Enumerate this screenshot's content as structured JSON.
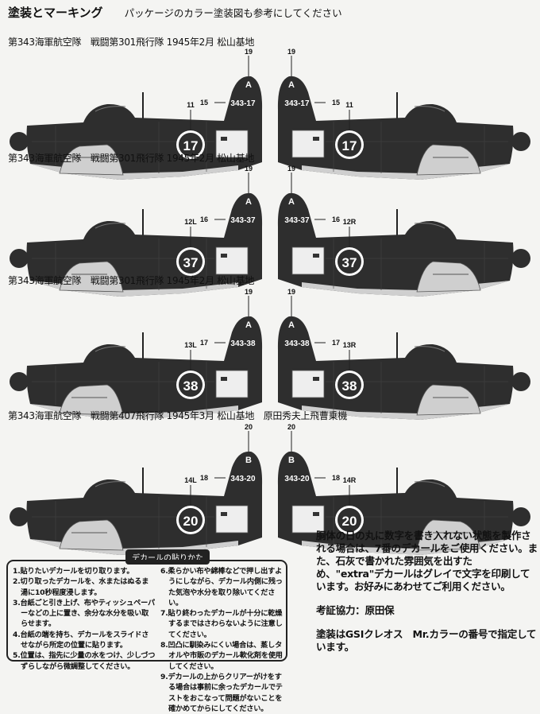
{
  "header": {
    "title": "塗装とマーキング",
    "subtitle": "パッケージのカラー塗装図も参考にしてください"
  },
  "colors": {
    "aircraft_body": "#2e2e2e",
    "underside": "#cfcfcf",
    "paper": "#f4f4f2"
  },
  "rows": [
    {
      "title": "第343海軍航空隊　戦闘第301飛行隊 1945年2月 松山基地",
      "left": {
        "roundel": "17",
        "tail_letter": "A",
        "tail_code": "343-17",
        "c_letter": "19",
        "c_code": "15",
        "c_roundel": "11"
      },
      "right": {
        "roundel": "17",
        "tail_letter": "A",
        "tail_code": "343-17",
        "c_letter": "19",
        "c_code": "15",
        "c_roundel": "11"
      }
    },
    {
      "title": "第343海軍航空隊　戦闘第301飛行隊 1945年2月 松山基地",
      "left": {
        "roundel": "37",
        "tail_letter": "A",
        "tail_code": "343-37",
        "c_letter": "19",
        "c_code": "16",
        "c_roundel": "12L"
      },
      "right": {
        "roundel": "37",
        "tail_letter": "A",
        "tail_code": "343-37",
        "c_letter": "19",
        "c_code": "16",
        "c_roundel": "12R"
      }
    },
    {
      "title": "第343海軍航空隊　戦闘第301飛行隊 1945年2月 松山基地",
      "left": {
        "roundel": "38",
        "tail_letter": "A",
        "tail_code": "343-38",
        "c_letter": "19",
        "c_code": "17",
        "c_roundel": "13L"
      },
      "right": {
        "roundel": "38",
        "tail_letter": "A",
        "tail_code": "343-38",
        "c_letter": "19",
        "c_code": "17",
        "c_roundel": "13R"
      }
    },
    {
      "title": "第343海軍航空隊　戦闘第407飛行隊 1945年3月 松山基地　原田秀夫上飛曹乗機",
      "left": {
        "roundel": "20",
        "tail_letter": "B",
        "tail_code": "343-20",
        "c_letter": "20",
        "c_code": "18",
        "c_roundel": "14L"
      },
      "right": {
        "roundel": "20",
        "tail_letter": "B",
        "tail_code": "343-20",
        "c_letter": "20",
        "c_code": "18",
        "c_roundel": "14R"
      }
    }
  ],
  "decal_instructions": {
    "label": "デカールの貼りかた",
    "steps": [
      "1.貼りたいデカールを切り取ります。",
      "2.切り取ったデカールを、水またはぬるま湯に10秒程度浸します。",
      "3.台紙ごと引き上げ、布やティッシュペーパーなどの上に置き、余分な水分を吸い取らせます。",
      "4.台紙の端を持ち、デカールをスライドさせながら所定の位置に貼ります。",
      "5.位置は、指先に少量の水をつけ、少しづつずらしながら微調整してください。",
      "6.柔らかい布や綿棒などで押し出すようにしながら、デカール内側に残った気泡や水分を取り除いてください。",
      "7.貼り終わったデカールが十分に乾燥するまではさわらないように注意してください。",
      "8.凹凸に馴染みにくい場合は、蒸しタオルや市販のデカール軟化剤を使用してください。",
      "9.デカールの上からクリアーがけをする場合は事前に余ったデカールでテストをおこなって問題がないことを確かめてからにしてください。"
    ]
  },
  "notes": {
    "paragraph": "胴体の日の丸に数字を書き入れない状態を製作される場合は、7番のデカールをご使用ください。また、石灰で書かれた雰囲気を出すため、\"extra\"デカールはグレイで文字を印刷しています。お好みにあわせてご利用ください。",
    "credit": "考証協力：原田保",
    "paint": "塗装はGSIクレオス　Mr.カラーの番号で指定しています。"
  }
}
